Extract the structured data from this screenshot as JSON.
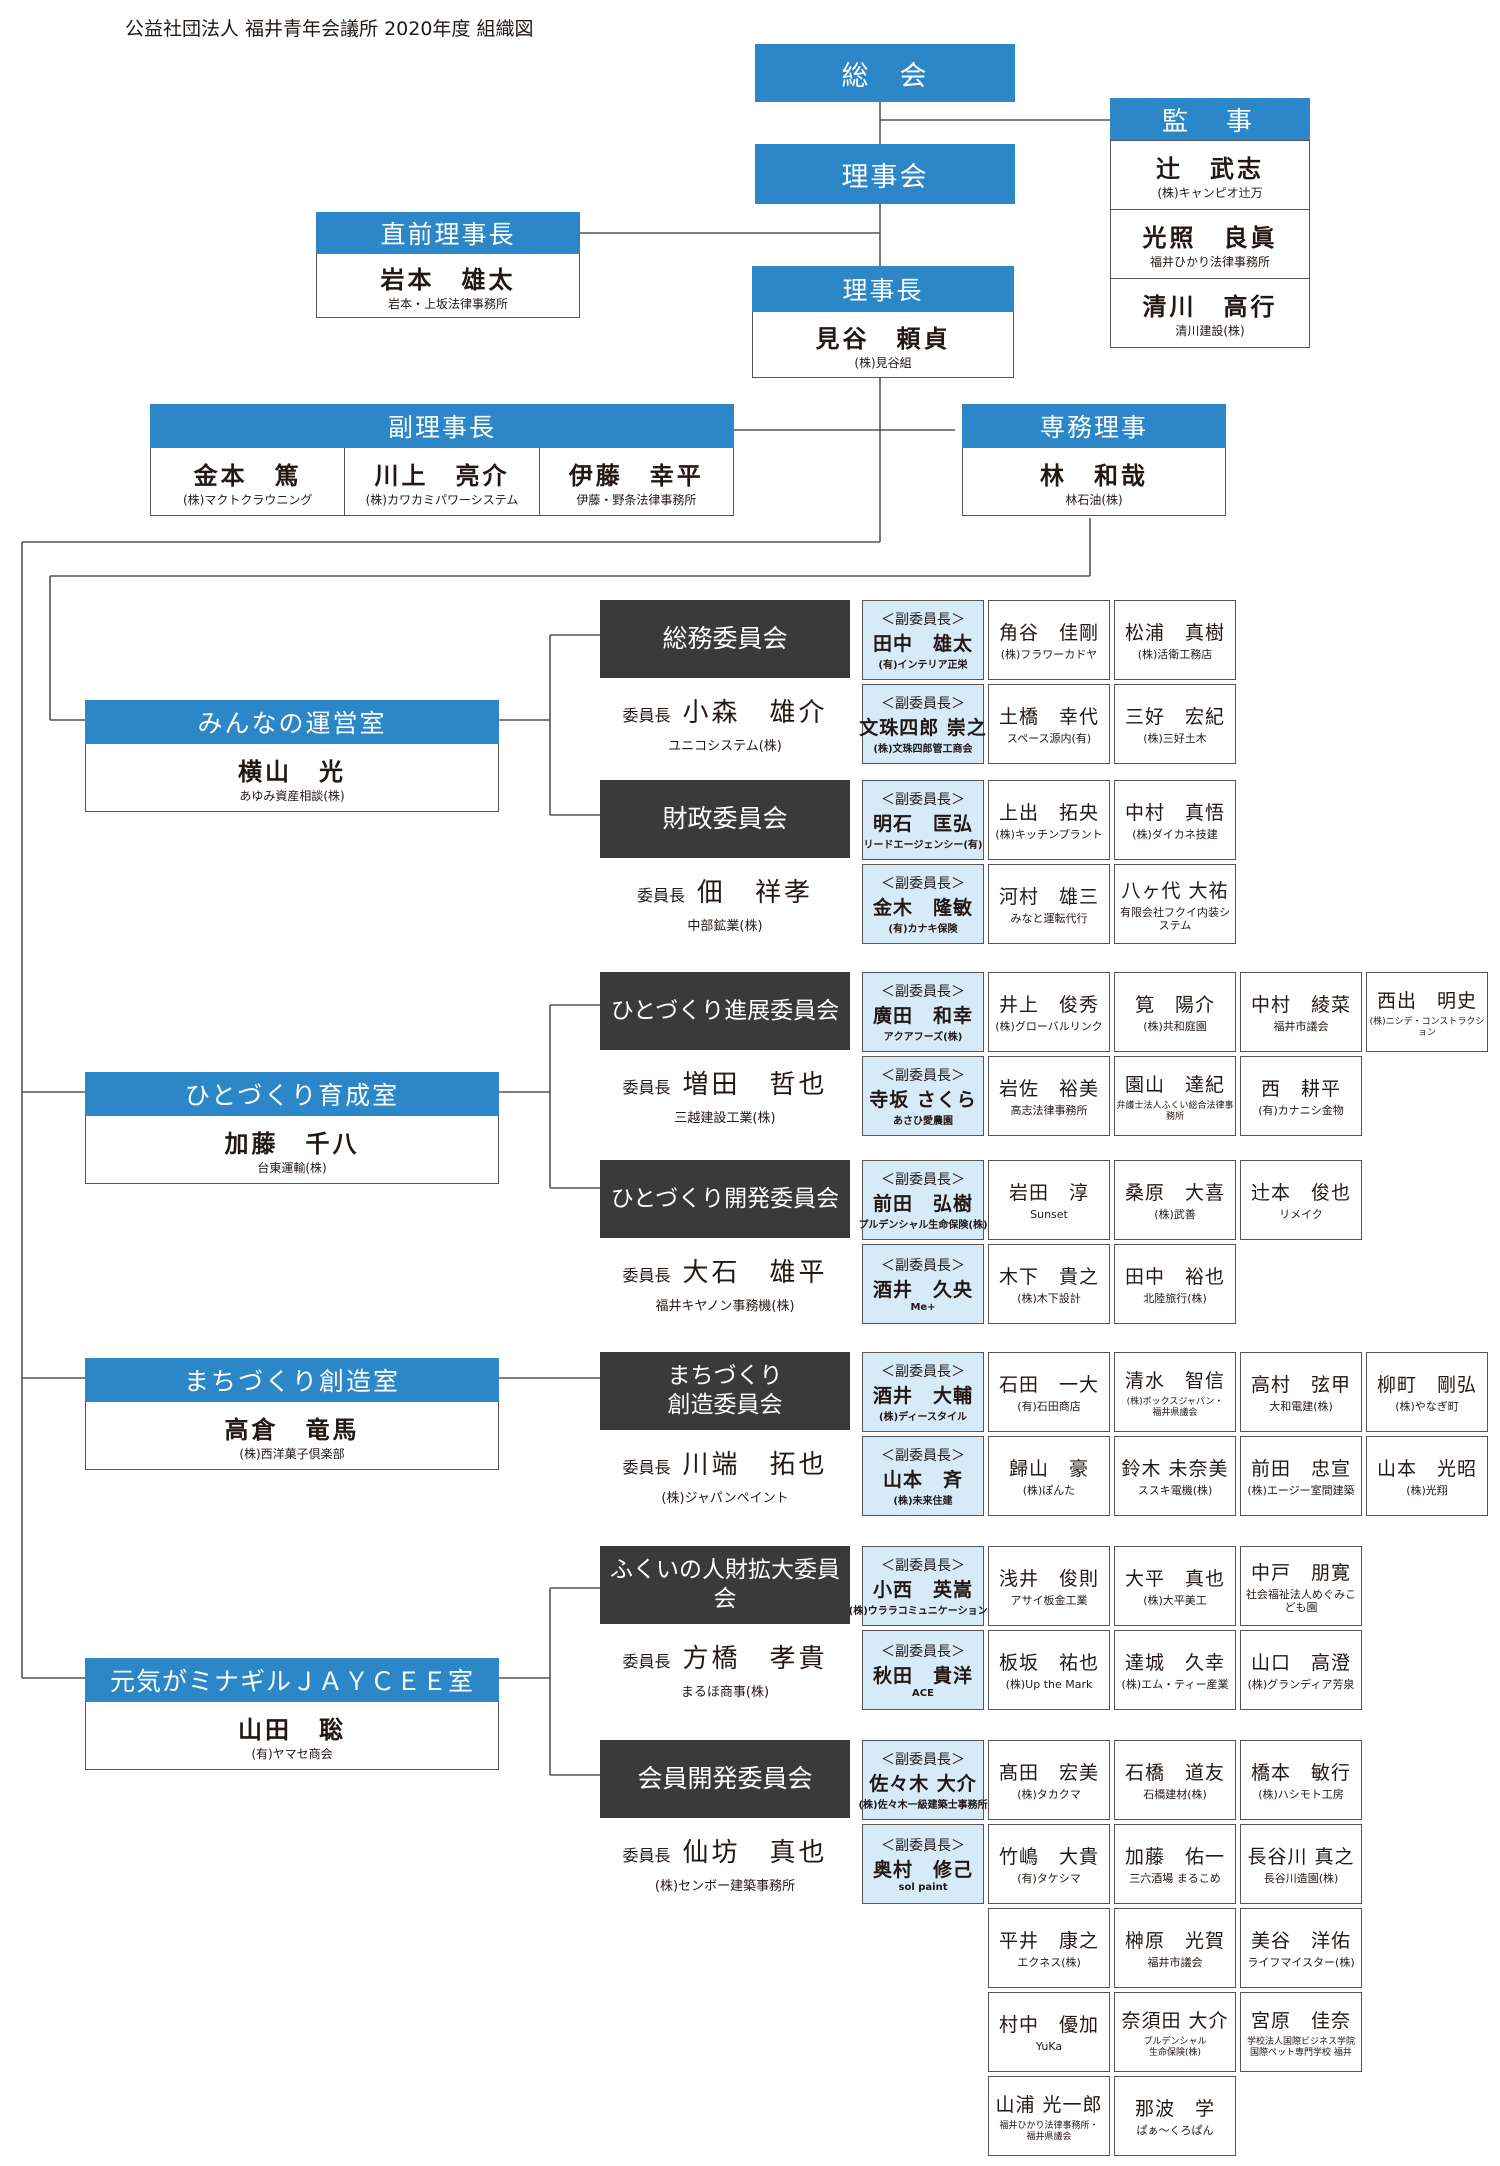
{
  "title": "公益社団法人 福井青年会議所 2020年度 組織図",
  "colors": {
    "blue": "#2b87c7",
    "dark": "#3a3a3a",
    "vice": "#d6eaf8",
    "line": "#555555"
  },
  "vice_label": "＜副委員長＞",
  "chair_label": "委員長",
  "top": {
    "soukai": "総　会",
    "rijikai": "理事会",
    "kansa": {
      "label": "監　事",
      "people": [
        {
          "name": "辻　武志",
          "affil": "(株)キャンピオ辻万"
        },
        {
          "name": "光照　良眞",
          "affil": "福井ひかり法律事務所"
        },
        {
          "name": "清川　高行",
          "affil": "清川建設(株)"
        }
      ]
    },
    "chokuzen": {
      "label": "直前理事長",
      "name": "岩本　雄太",
      "affil": "岩本・上坂法律事務所"
    },
    "rijicho": {
      "label": "理事長",
      "name": "見谷　頼貞",
      "affil": "(株)見谷組"
    },
    "fuku": {
      "label": "副理事長",
      "people": [
        {
          "name": "金本　篤",
          "affil": "(株)マクトクラウニング"
        },
        {
          "name": "川上　亮介",
          "affil": "(株)カワカミパワーシステム"
        },
        {
          "name": "伊藤　幸平",
          "affil": "伊藤・野条法律事務所"
        }
      ]
    },
    "senmu": {
      "label": "専務理事",
      "name": "林　和哉",
      "affil": "林石油(株)"
    }
  },
  "offices": [
    {
      "label": "みんなの運営室",
      "name": "横山　光",
      "affil": "あゆみ資産相談(株)"
    },
    {
      "label": "ひとづくり育成室",
      "name": "加藤　千八",
      "affil": "台東運輸(株)"
    },
    {
      "label": "まちづくり創造室",
      "name": "高倉　竜馬",
      "affil": "(株)西洋菓子倶楽部"
    },
    {
      "label": "元気がミナギルＪＡＹＣＥＥ室",
      "name": "山田　聡",
      "affil": "(有)ヤマセ商会"
    }
  ],
  "committees": [
    {
      "name": "総務委員会",
      "chair": "小森　雄介",
      "chair_affil": "ユニコシステム(株)",
      "vices": [
        {
          "name": "田中　雄太",
          "affil": "(有)インテリア正栄"
        },
        {
          "name": "文珠四郎 崇之",
          "affil": "(株)文珠四郎管工商会"
        }
      ],
      "members": [
        {
          "name": "角谷　佳剛",
          "affil": "(株)フラワーカドヤ"
        },
        {
          "name": "松浦　真樹",
          "affil": "(株)活衛工務店"
        },
        {
          "name": "土橋　幸代",
          "affil": "スペース源内(有)"
        },
        {
          "name": "三好　宏紀",
          "affil": "(株)三好土木"
        }
      ]
    },
    {
      "name": "財政委員会",
      "chair": "佃　祥孝",
      "chair_affil": "中部鉱業(株)",
      "vices": [
        {
          "name": "明石　匡弘",
          "affil": "リードエージェンシー(有)"
        },
        {
          "name": "金木　隆敏",
          "affil": "(有)カナキ保険"
        }
      ],
      "members": [
        {
          "name": "上出　拓央",
          "affil": "(株)キッチンプラント"
        },
        {
          "name": "中村　真悟",
          "affil": "(株)ダイカネ技建"
        },
        {
          "name": "河村　雄三",
          "affil": "みなと運転代行"
        },
        {
          "name": "八ヶ代 大祐",
          "affil": "有限会社フクイ内装システム"
        }
      ]
    },
    {
      "name": "ひとづくり進展委員会",
      "chair": "増田　哲也",
      "chair_affil": "三越建設工業(株)",
      "vices": [
        {
          "name": "廣田　和幸",
          "affil": "アクアフーズ(株)"
        },
        {
          "name": "寺坂 さくら",
          "affil": "あさひ愛農園"
        }
      ],
      "members": [
        {
          "name": "井上　俊秀",
          "affil": "(株)グローバルリンク"
        },
        {
          "name": "筧　陽介",
          "affil": "(株)共和庭園"
        },
        {
          "name": "中村　綾菜",
          "affil": "福井市議会"
        },
        {
          "name": "西出　明史",
          "affil": "(株)ニシデ・コンストラクション"
        },
        {
          "name": "岩佐　裕美",
          "affil": "高志法律事務所"
        },
        {
          "name": "園山　達紀",
          "affil": "弁護士法人ふくい総合法律事務所"
        },
        {
          "name": "西　耕平",
          "affil": "(有)カナニシ金物"
        }
      ]
    },
    {
      "name": "ひとづくり開発委員会",
      "chair": "大石　雄平",
      "chair_affil": "福井キヤノン事務機(株)",
      "vices": [
        {
          "name": "前田　弘樹",
          "affil": "プルデンシャル生命保険(株)"
        },
        {
          "name": "酒井　久央",
          "affil": "Me+"
        }
      ],
      "members": [
        {
          "name": "岩田　淳",
          "affil": "Sunset"
        },
        {
          "name": "桑原　大喜",
          "affil": "(株)武善"
        },
        {
          "name": "辻本　俊也",
          "affil": "リメイク"
        },
        {
          "name": "木下　貴之",
          "affil": "(株)木下設計"
        },
        {
          "name": "田中　裕也",
          "affil": "北陸旅行(株)"
        }
      ]
    },
    {
      "name": "まちづくり\n創造委員会",
      "chair": "川端　拓也",
      "chair_affil": "(株)ジャパンペイント",
      "vices": [
        {
          "name": "酒井　大輔",
          "affil": "(株)ディースタイル"
        },
        {
          "name": "山本　斉",
          "affil": "(株)未来住建"
        }
      ],
      "members": [
        {
          "name": "石田　一大",
          "affil": "(有)石田商店"
        },
        {
          "name": "清水　智信",
          "affil": "(株)ボックスジャパン・\n福井県議会"
        },
        {
          "name": "高村　弦甲",
          "affil": "大和電建(株)"
        },
        {
          "name": "柳町　剛弘",
          "affil": "(株)やなぎ町"
        },
        {
          "name": "歸山　豪",
          "affil": "(株)ぽんた"
        },
        {
          "name": "鈴木 未奈美",
          "affil": "ススキ電機(株)"
        },
        {
          "name": "前田　忠宣",
          "affil": "(株)エージー室間建築"
        },
        {
          "name": "山本　光昭",
          "affil": "(株)光翔"
        }
      ]
    },
    {
      "name": "ふくいの人財拡大委員会",
      "chair": "方橋　孝貴",
      "chair_affil": "まるほ商事(株)",
      "vices": [
        {
          "name": "小西　英嵩",
          "affil": "(株)ウララコミュニケーションズ"
        },
        {
          "name": "秋田　貴洋",
          "affil": "ACE"
        }
      ],
      "members": [
        {
          "name": "浅井　俊則",
          "affil": "アサイ板金工業"
        },
        {
          "name": "大平　真也",
          "affil": "(株)大平美工"
        },
        {
          "name": "中戸　朋寛",
          "affil": "社会福祉法人めぐみこども園"
        },
        {
          "name": "板坂　祐也",
          "affil": "(株)Up the Mark"
        },
        {
          "name": "達城　久幸",
          "affil": "(株)エム・ティー産業"
        },
        {
          "name": "山口　高澄",
          "affil": "(株)グランディア芳泉"
        }
      ]
    },
    {
      "name": "会員開発委員会",
      "chair": "仙坊　真也",
      "chair_affil": "(株)センボー建築事務所",
      "vices": [
        {
          "name": "佐々木 大介",
          "affil": "(株)佐々木一級建築士事務所"
        },
        {
          "name": "奥村　修己",
          "affil": "sol paint"
        }
      ],
      "members": [
        {
          "name": "髙田　宏美",
          "affil": "(株)タカクマ"
        },
        {
          "name": "石橋　道友",
          "affil": "石橋建材(株)"
        },
        {
          "name": "橋本　敏行",
          "affil": "(株)ハシモト工房"
        },
        {
          "name": "竹嶋　大貴",
          "affil": "(有)タケシマ"
        },
        {
          "name": "加藤　佑一",
          "affil": "三六酒場 まるこめ"
        },
        {
          "name": "長谷川 真之",
          "affil": "長谷川造園(株)"
        },
        {
          "name": "平井　康之",
          "affil": "エクネス(株)"
        },
        {
          "name": "榊原　光賀",
          "affil": "福井市議会"
        },
        {
          "name": "美谷　洋佑",
          "affil": "ライフマイスター(株)"
        },
        {
          "name": "村中　優加",
          "affil": "YuKa"
        },
        {
          "name": "奈須田 大介",
          "affil": "プルデンシャル\n生命保険(株)"
        },
        {
          "name": "宮原　佳奈",
          "affil": "学校法人国際ビジネス学院\n国際ペット専門学校 福井"
        },
        {
          "name": "山浦 光一郎",
          "affil": "福井ひかり法律事務所・\n福井県議会"
        },
        {
          "name": "那波　学",
          "affil": "ぱぁ～くろぱん"
        }
      ]
    }
  ]
}
